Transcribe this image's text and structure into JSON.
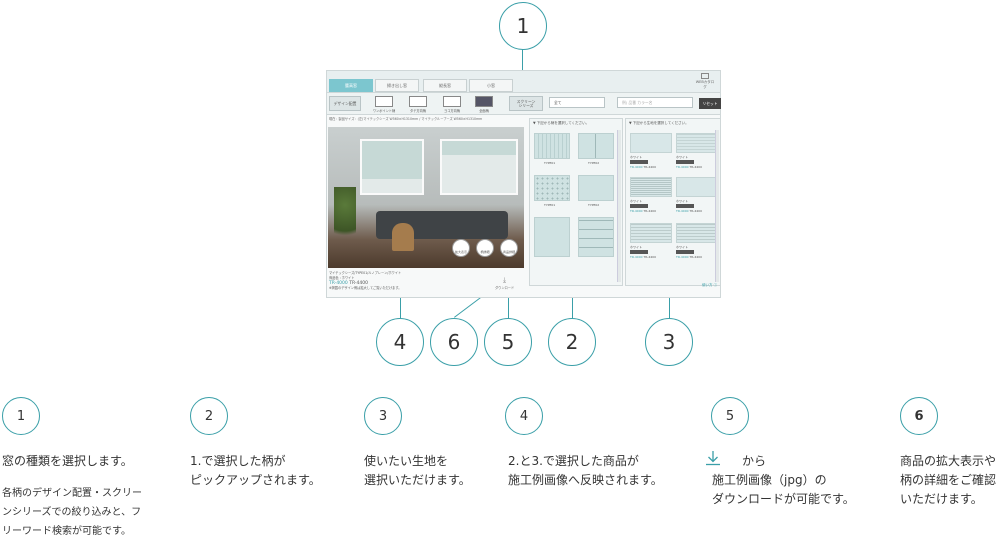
{
  "callouts": [
    "1",
    "4",
    "6",
    "5",
    "2",
    "3"
  ],
  "screen": {
    "tabs": [
      "腰高窓",
      "掃き出し窓",
      "縦長窓",
      "小窓"
    ],
    "web_catalog": "WEBカタログ",
    "toolbar": {
      "design_label": "デザイン配置",
      "icons": [
        "ワンポイント柄",
        "タテ方向柄",
        "ヨコ方向柄",
        "全面柄"
      ],
      "screen_series": "スクリーン\nシリーズ",
      "select_value": "全て",
      "search_placeholder": "例) 品番 カラー名",
      "reset": "リセット"
    },
    "info_line": "現在：製品サイズ：(左)マイテックシーズ W560×H1310mm / マイテックループーズ W560×H1310mm",
    "caption_title": "マイテックシーズ/TYPE01/ルノプレーン/ホワイト",
    "caption_color": "商品色 : ホワイト",
    "caption_code_a": "TR-4000",
    "caption_code_b": "TR-4400",
    "caption_note": "※掲載のデザイン例は拡大してご覧いただけます。",
    "download_label": "ダウンロード",
    "mini_buttons": [
      "拡大表示",
      "柄詳細",
      "商品詳細"
    ],
    "panel_left_head": "▼ 下記から柄を選択してください。",
    "panel_right_head": "▼ 下記から生地を選択してください。",
    "pattern_labels": [
      "TYPE01",
      "TYPE02",
      "TYPE01",
      "TYPE02"
    ],
    "fabric_color": "ホワイト",
    "fabric_code_a": "TR-4000",
    "fabric_code_b": "TR-4400",
    "help": "使い方"
  },
  "descriptions": [
    {
      "num": "1",
      "main": "窓の種類を選択します。",
      "sub": "各柄のデザイン配置・スクリー\nンシリーズでの絞り込みと、フ\nリーワード検索が可能です。"
    },
    {
      "num": "2",
      "main": "1.で選択した柄が\nピックアップされます。"
    },
    {
      "num": "3",
      "main": "使いたい生地を\n選択いただけます。"
    },
    {
      "num": "4",
      "main": "2.と3.で選択した商品が\n施工例画像へ反映されます。"
    },
    {
      "num": "5",
      "main": "から\n施工例画像（jpg）の\nダウンロードが可能です。",
      "icon": "download-icon"
    },
    {
      "num": "6",
      "main": "商品の拡大表示や\n柄の詳細をご確認\nいただけます。"
    }
  ],
  "colors": {
    "accent": "#3a9fa8",
    "tab_active": "#7cc6cf"
  }
}
